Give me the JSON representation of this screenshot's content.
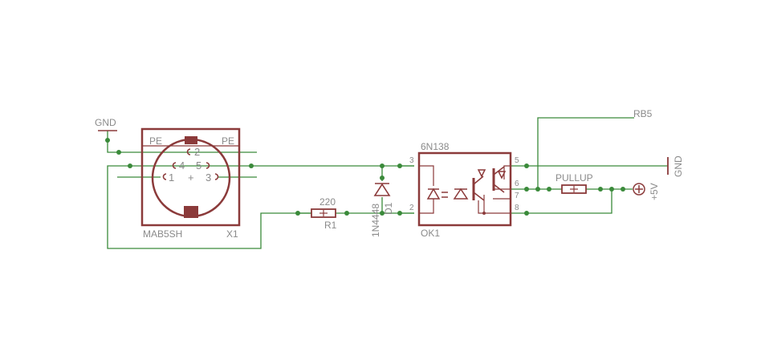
{
  "colors": {
    "background": "#ffffff",
    "wire": "#3a8a3a",
    "junction": "#3a8a3a",
    "symbol": "#8b3a3a",
    "label": "#8a8a8a"
  },
  "connector": {
    "value": "MAB5SH",
    "name": "X1",
    "pe_left": "PE",
    "pe_right": "PE",
    "pins": {
      "p1": "1",
      "p2": "2",
      "p3": "3",
      "p4": "4",
      "p5": "5",
      "center": "+"
    }
  },
  "optocoupler": {
    "value": "6N138",
    "name": "OK1",
    "pins": {
      "p2": "2",
      "p3": "3",
      "p5": "5",
      "p6": "6",
      "p7": "7",
      "p8": "8"
    }
  },
  "resistor_r1": {
    "value": "220",
    "name": "R1"
  },
  "diode_d1": {
    "value": "1N4448",
    "name": "D1"
  },
  "pullup": {
    "value": "PULLUP"
  },
  "nets": {
    "gnd_left": "GND",
    "gnd_right": "GND",
    "rb5": "RB5",
    "vcc": "+5V"
  }
}
